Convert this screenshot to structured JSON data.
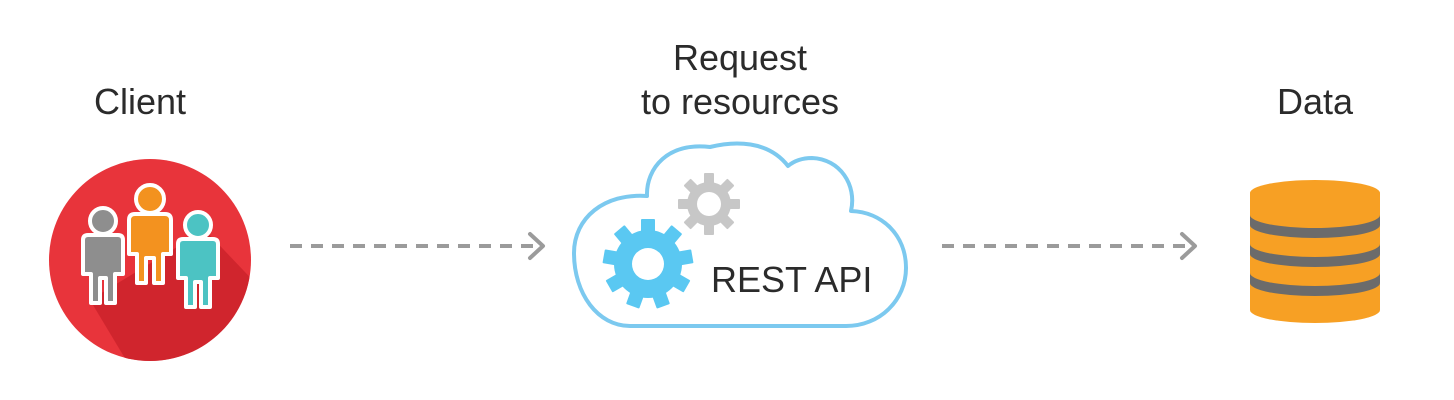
{
  "nodes": {
    "client": {
      "label": "Client"
    },
    "api": {
      "label_line1": "Request",
      "label_line2": "to resources",
      "name": "REST API"
    },
    "data": {
      "label": "Data"
    }
  },
  "colors": {
    "client_circle": "#e8343b",
    "client_circle_shadow": "#c8202a",
    "person_gray": "#8e8e8e",
    "person_orange": "#f3921f",
    "person_teal": "#4cc3c3",
    "cloud_stroke": "#7cc9ef",
    "gear_blue": "#5ac8f2",
    "gear_gray": "#c7c7c7",
    "arrow": "#9b9b9b",
    "db_orange": "#f7a024",
    "db_gray": "#6b6b6b"
  },
  "icons": [
    "people-icon",
    "cloud-icon",
    "gear-icon",
    "database-icon",
    "arrow-right-icon"
  ]
}
